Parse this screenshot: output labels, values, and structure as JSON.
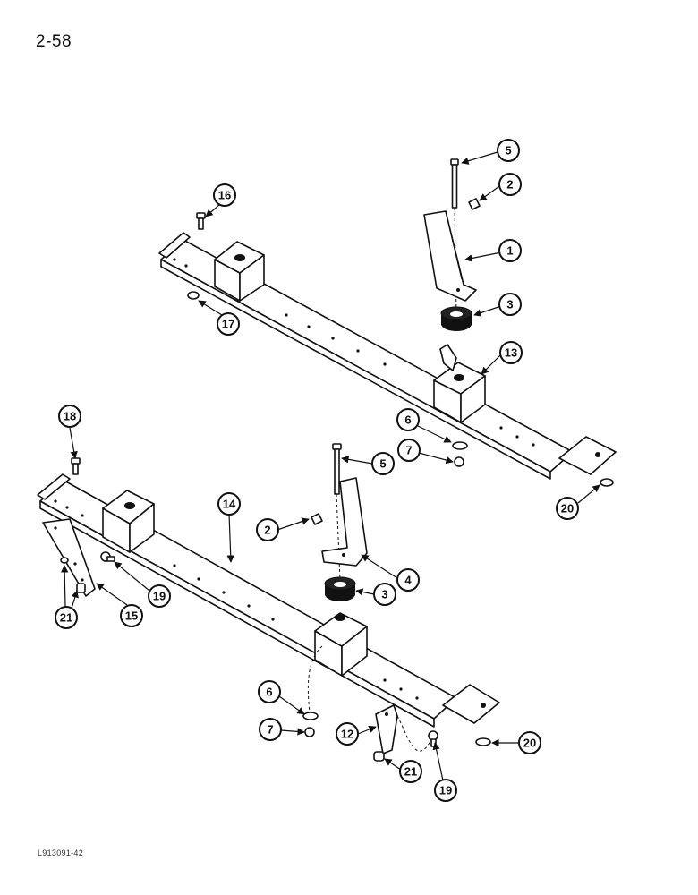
{
  "page": {
    "page_number": "2-58",
    "figure_code": "L913091-42"
  },
  "callouts": {
    "c1": "1",
    "c2a": "2",
    "c2b": "2",
    "c3a": "3",
    "c3b": "3",
    "c4": "4",
    "c5a": "5",
    "c5b": "5",
    "c6a": "6",
    "c6b": "6",
    "c7a": "7",
    "c7b": "7",
    "c12": "12",
    "c13": "13",
    "c14": "14",
    "c15": "15",
    "c16": "16",
    "c17": "17",
    "c18": "18",
    "c19a": "19",
    "c19b": "19",
    "c20a": "20",
    "c20b": "20",
    "c21a": "21",
    "c21b": "21"
  }
}
